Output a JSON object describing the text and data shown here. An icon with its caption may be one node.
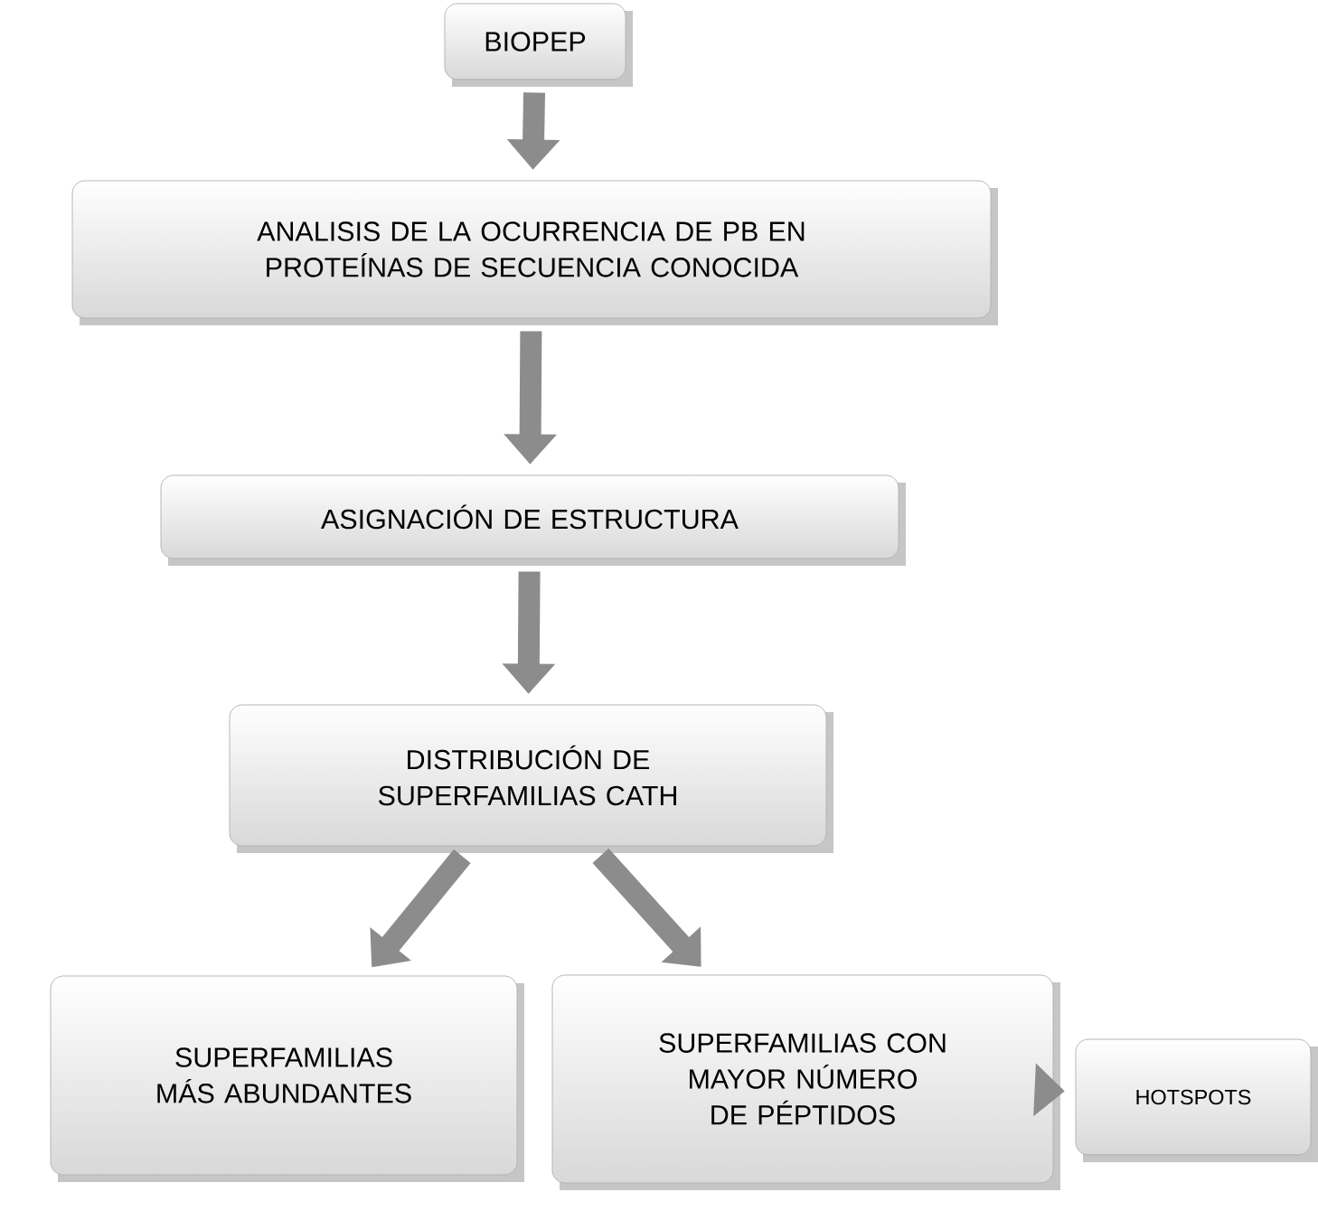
{
  "diagram": {
    "nodes": [
      {
        "text": [
          "BIOPEP"
        ]
      },
      {
        "text": [
          "ANALISIS DE LA OCURRENCIA DE PB EN PROTEÍNAS DE SECUENCIA CONOCIDA"
        ]
      },
      {
        "text": [
          "ASIGNACIÓN DE ESTRUCTURA"
        ]
      },
      {
        "text": [
          "DISTRIBUCIÓN DE SUPERFAMILIAS CATH"
        ]
      },
      {
        "text": [
          "SUPERFAMILIAS MÁS ABUNDANTES"
        ]
      },
      {
        "text": [
          "SUPERFAMILIAS CON MAYOR NÚMERO DE PÉPTIDOS"
        ]
      },
      {
        "text": [
          "HOTSPOTS"
        ]
      }
    ],
    "edges": [
      {
        "from": 0,
        "to": 1,
        "arrow": "to"
      },
      {
        "from": 1,
        "to": 2,
        "arrow": "to"
      },
      {
        "from": 2,
        "to": 3,
        "arrow": "to"
      },
      {
        "from": 3,
        "to": 4,
        "arrow": "to"
      },
      {
        "from": 3,
        "to": 5,
        "arrow": "to"
      },
      {
        "from": 5,
        "to": 6,
        "arrow": "to"
      }
    ]
  }
}
